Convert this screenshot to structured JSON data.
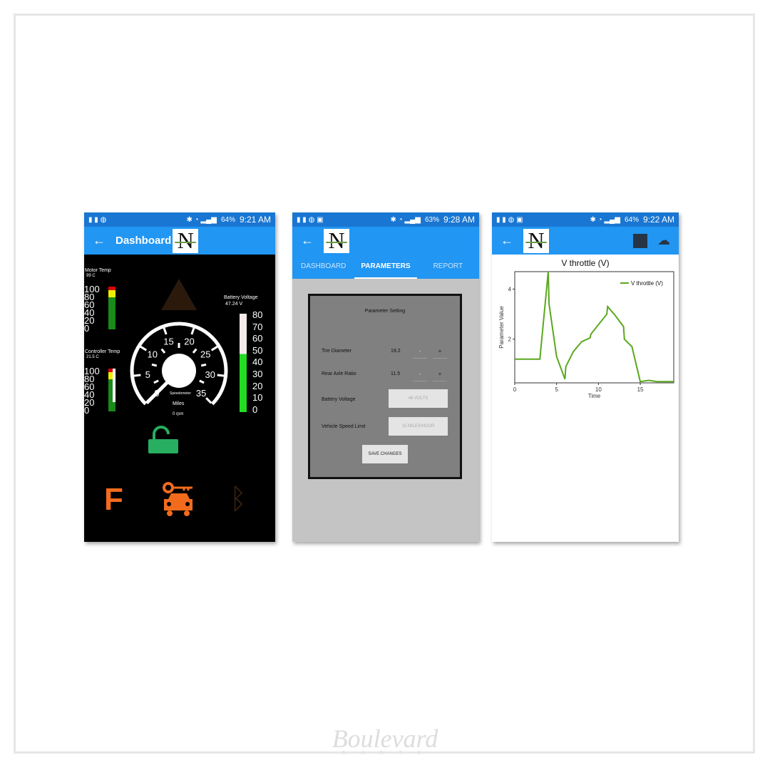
{
  "brand": {
    "name": "Boulevard",
    "tagline": "C A R T S"
  },
  "screens": [
    {
      "status": {
        "time": "9:21 AM",
        "battery": "64%"
      },
      "title": "Dashboard",
      "logo": "N",
      "motor_temp": {
        "label": "Motor Temp",
        "value": "99 C",
        "ticks": [
          "100",
          "80",
          "60",
          "40",
          "20",
          "0"
        ],
        "level_percent": 100
      },
      "controller_temp": {
        "label": "Controller Temp",
        "value": "21.5 C",
        "ticks": [
          "100",
          "80",
          "60",
          "40",
          "20",
          "0"
        ],
        "level_percent": 21.5
      },
      "battery": {
        "label": "Battery Voltage",
        "value": "47.24 V",
        "ticks": [
          "80",
          "70",
          "60",
          "50",
          "40",
          "30",
          "20",
          "10",
          "0"
        ],
        "level_percent": 59
      },
      "speedometer": {
        "label": "Speedometer",
        "ticks": [
          "0",
          "5",
          "10",
          "15",
          "20",
          "25",
          "30",
          "35"
        ],
        "unit": "Miles",
        "rpm": "0 rpm",
        "value": 0
      },
      "icons": {
        "warning": "warning-icon",
        "lock": "unlock-icon",
        "gear": "F",
        "key": "car-key-icon",
        "bluetooth": "bluetooth-icon"
      },
      "colors": {
        "green": "#27ae60",
        "orange": "#f26b1d",
        "bar_green": "#22dd22"
      }
    },
    {
      "status": {
        "time": "9:28 AM",
        "battery": "63%"
      },
      "logo": "N",
      "tabs": [
        {
          "label": "DASHBOARD"
        },
        {
          "label": "PARAMETERS",
          "active": true
        },
        {
          "label": "REPORT"
        }
      ],
      "panel": {
        "title": "Parameter Setting",
        "rows": [
          {
            "label": "Tire Diameter",
            "value": "19.2",
            "minus": "-",
            "plus": "+"
          },
          {
            "label": "Rear Axle Ratio",
            "value": "11.5",
            "minus": "-",
            "plus": "+"
          }
        ],
        "battery_voltage": {
          "label": "Battery Voltage",
          "value": "48 VOLTS"
        },
        "speed_limit": {
          "label": "Vehicle Speed Limit",
          "value": "15 MILES/HOUR"
        },
        "save": "SAVE CHANGES"
      }
    },
    {
      "status": {
        "time": "9:22 AM",
        "battery": "64%"
      },
      "logo": "N",
      "icons": [
        "stop-icon",
        "cloud-icon"
      ]
    }
  ],
  "chart_data": {
    "type": "line",
    "title": "V throttle (V)",
    "xlabel": "Time",
    "ylabel": "Parameter Value",
    "xlim": [
      0,
      19
    ],
    "ylim": [
      0.25,
      4.7
    ],
    "xticks": [
      0,
      5,
      10,
      15
    ],
    "yticks": [
      2,
      4
    ],
    "legend": "top-right",
    "grid": false,
    "series": [
      {
        "name": "V throttle (V)",
        "color": "#5aa81e",
        "x": [
          0,
          3,
          4,
          4.1,
          5,
          6,
          6.1,
          7,
          8,
          9,
          9.1,
          11,
          11.1,
          12,
          13,
          13.1,
          14,
          15,
          16,
          17,
          19
        ],
        "y": [
          1.2,
          1.2,
          4.7,
          3.4,
          1.3,
          0.4,
          0.9,
          1.5,
          1.9,
          2.05,
          2.2,
          3.0,
          3.3,
          2.95,
          2.5,
          2.0,
          1.7,
          0.3,
          0.35,
          0.3,
          0.3
        ]
      }
    ]
  }
}
